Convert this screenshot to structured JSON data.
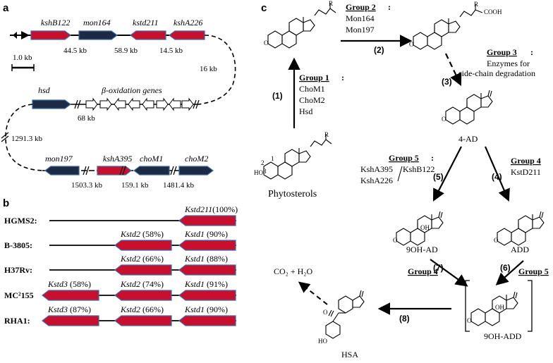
{
  "colors": {
    "red": "#c8102e",
    "navy": "#1c2a44",
    "blue_edge": "#3b6aa6",
    "black": "#000000"
  },
  "panel_a": {
    "label": "a",
    "row1_genes": [
      "kshB122",
      "mon164",
      "kstd211",
      "kshA226"
    ],
    "row1_dists": [
      "44.5 kb",
      "58.9 kb",
      "14.5 kb"
    ],
    "scale": "1.0 kb",
    "arc_dist": "16 kb",
    "hsd": "hsd",
    "boxidation": "β-oxidation genes",
    "hsd_dist": "68 kb",
    "left_dist": "1291.3 kb",
    "row3_genes": [
      "mon197",
      "kshA395",
      "choM1",
      "choM2"
    ],
    "row3_dists": [
      "1503.3 kb",
      "159.1 kb",
      "1481.4 kb"
    ]
  },
  "panel_b": {
    "label": "b",
    "rows": [
      {
        "strain": "HGMS2:",
        "genes": [
          {
            "name": "Kstd211",
            "pct": "(100%)"
          }
        ]
      },
      {
        "strain": "B-3805:",
        "genes": [
          {
            "name": "Kstd2",
            "pct": " (58%)"
          },
          {
            "name": "Kstd1",
            "pct": " (90%)"
          }
        ]
      },
      {
        "strain": "H37Rv:",
        "genes": [
          {
            "name": "Kstd2",
            "pct": " (66%)"
          },
          {
            "name": "Kstd1",
            "pct": " (88%)"
          }
        ]
      },
      {
        "strain": "MC²155",
        "genes": [
          {
            "name": "Kstd3",
            "pct": " (58%)"
          },
          {
            "name": "Kstd2",
            "pct": " (74%)"
          },
          {
            "name": "Kstd1",
            "pct": " (91%)"
          }
        ]
      },
      {
        "strain": "RHA1:",
        "genes": [
          {
            "name": "Kstd3",
            "pct": " (87%)"
          },
          {
            "name": "Kstd2",
            "pct": " (66%)"
          },
          {
            "name": "Kstd1",
            "pct": " (90%)"
          }
        ]
      }
    ]
  },
  "panel_c": {
    "label": "c",
    "group1": {
      "title": "Group 1",
      "items": [
        "ChoM1",
        "ChoM2",
        "Hsd"
      ]
    },
    "group2": {
      "title": "Group 2",
      "items": [
        "Mon164",
        "Mon197"
      ]
    },
    "group3": {
      "title": "Group 3",
      "items": [
        "Enzymes for",
        "side-chain degradation"
      ]
    },
    "group4a": {
      "title": "Group 4",
      "items": [
        "KstD211"
      ]
    },
    "group5a": {
      "title": "Group 5",
      "items": [
        "KshA395",
        "KshA226",
        "KshB122"
      ]
    },
    "group4b": "Group 4",
    "group5b": "Group 5",
    "steps": [
      "(1)",
      "(2)",
      "(3)",
      "(4)",
      "(5)",
      "(6)",
      "(7)",
      "(8)"
    ],
    "molecules": {
      "phyto": "Phytosterols",
      "ad": "4-AD",
      "ohad": "9OH-AD",
      "add": "ADD",
      "ohadd": "9OH-ADD",
      "hsa": "HSA",
      "co2": "CO₂ + H₂O"
    },
    "atoms": {
      "R": "R",
      "cooh": "COOH",
      "O": "O",
      "HO": "HO",
      "OH": "OH",
      "one": "1",
      "two": "2",
      "three": "3"
    }
  }
}
